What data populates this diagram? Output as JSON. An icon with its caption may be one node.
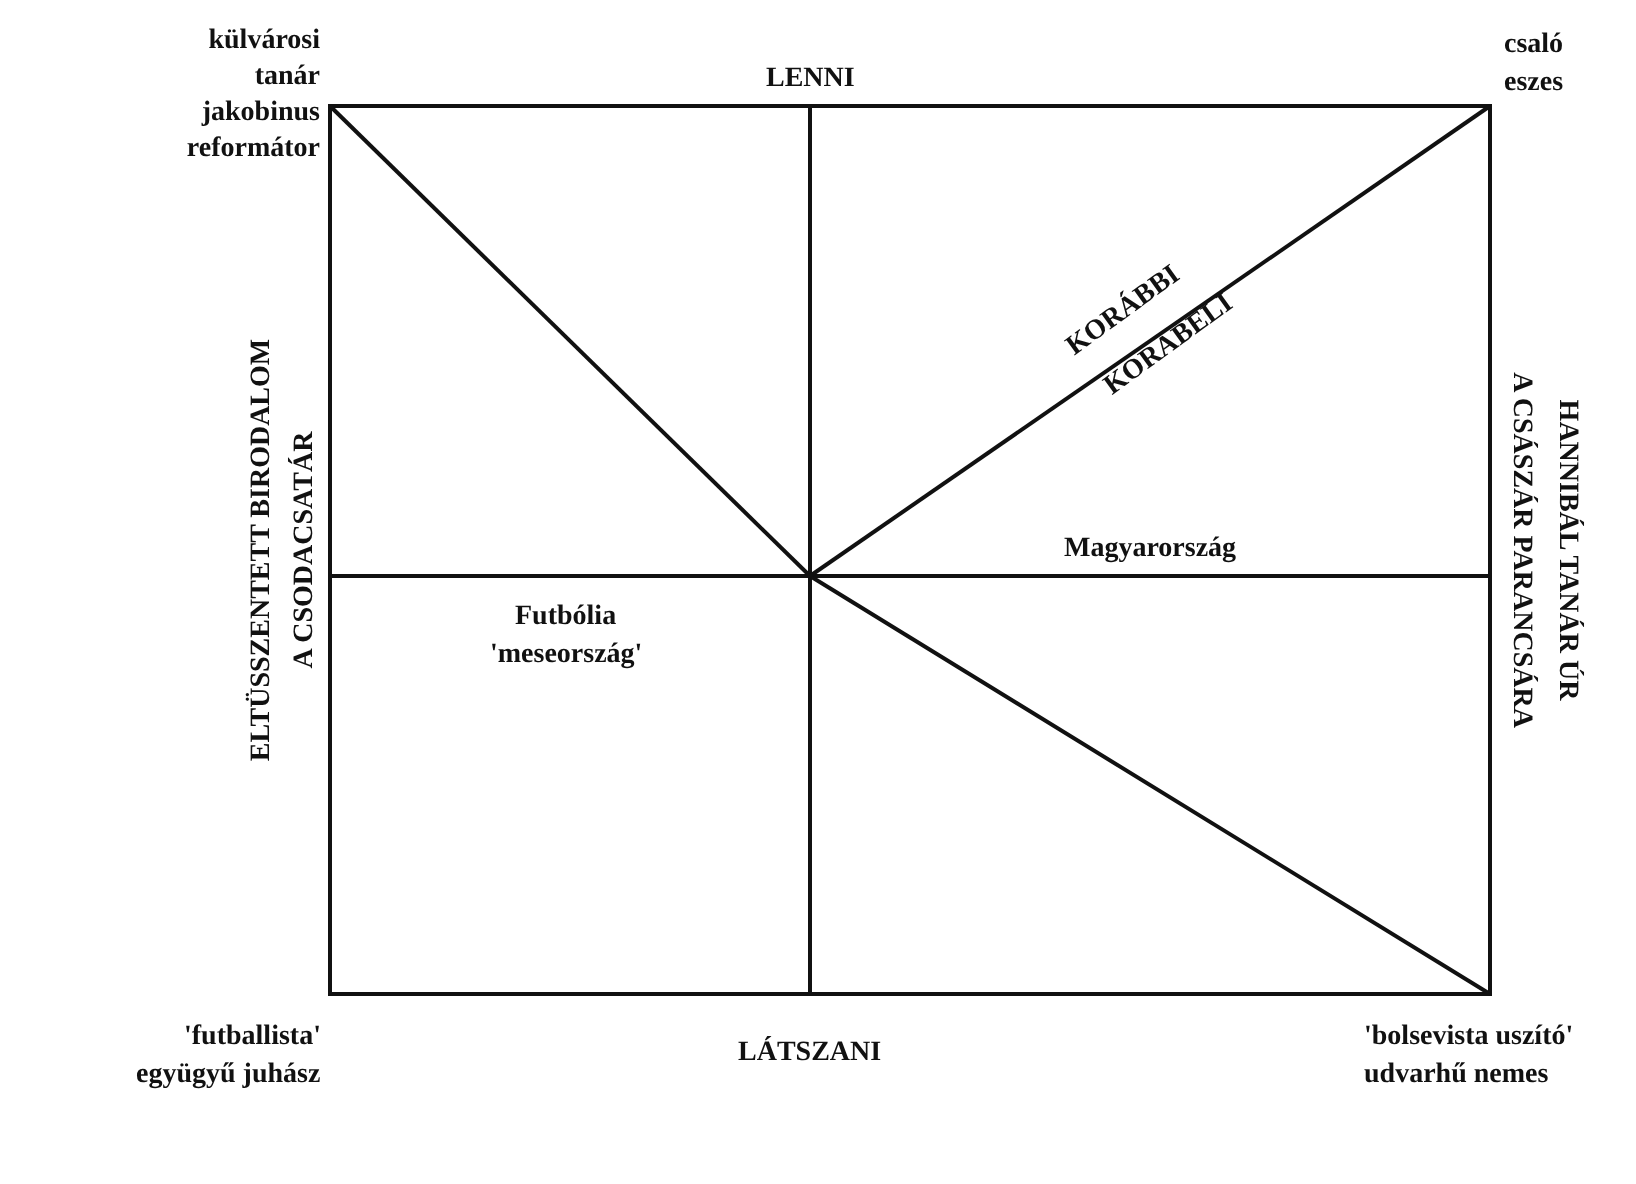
{
  "diagram": {
    "labels": [
      "külvárosi tanár",
      "jakobinus reformátor",
      "LENNI",
      "csaló",
      "eszes",
      "ELTÜSSZENTETT BIRODALOM",
      "A CSODACSATÁR",
      "KORÁBBI",
      "KORABELI",
      "A CSÁSZÁR PARANCSÁRA",
      "HANNIBÁL TANÁR ÚR",
      "Magyarország",
      "Futbólia",
      "'meseország'",
      "'futballista'",
      "LÁTSZANI",
      "'bolsevista uszító'",
      "együgyű juhász",
      "udvarhű nemes"
    ]
  }
}
